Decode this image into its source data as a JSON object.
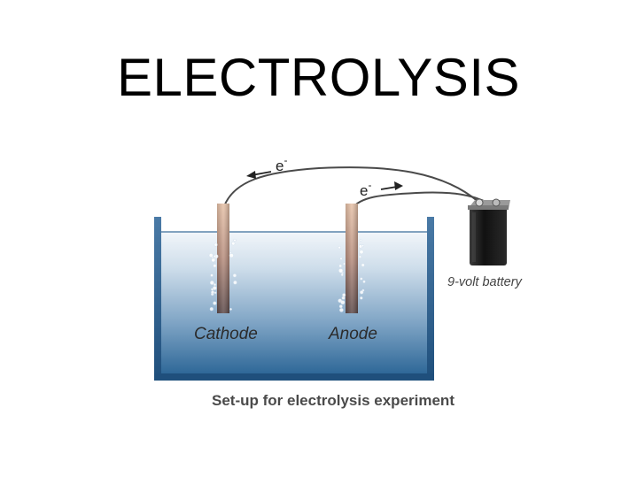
{
  "slide": {
    "title": "ELECTROLYSIS"
  },
  "diagram": {
    "caption": "Set-up for electrolysis experiment",
    "cathode_label": "Cathode",
    "anode_label": "Anode",
    "battery_label": "9-volt battery",
    "electron_symbol": "e",
    "electron_charge": "-",
    "colors": {
      "water_top": "#ffffff",
      "water_bottom": "#2f6898",
      "tank_wall": "#2c5f8f",
      "electrode": "#8a6a62",
      "battery": "#1a1a1a",
      "caption": "#4a4a4a"
    },
    "icons": [
      "electron-arrow-left-icon",
      "electron-arrow-right-icon",
      "battery-icon",
      "bubble-icon"
    ]
  }
}
